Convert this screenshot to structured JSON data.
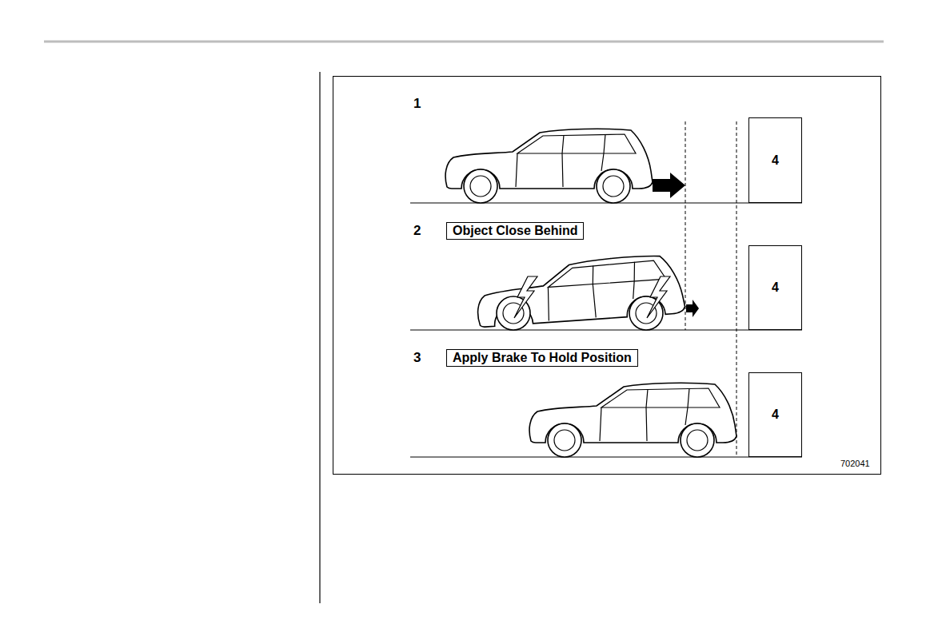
{
  "diagram": {
    "nodes": [
      {
        "text": [
          "4"
        ]
      },
      {
        "text": [
          "Object Close Behind"
        ]
      },
      {
        "text": [
          "4"
        ]
      },
      {
        "text": [
          "Apply Brake To Hold Position"
        ]
      },
      {
        "text": [
          "4"
        ]
      }
    ],
    "labels": [
      "1",
      "2",
      "3",
      "702041"
    ]
  }
}
